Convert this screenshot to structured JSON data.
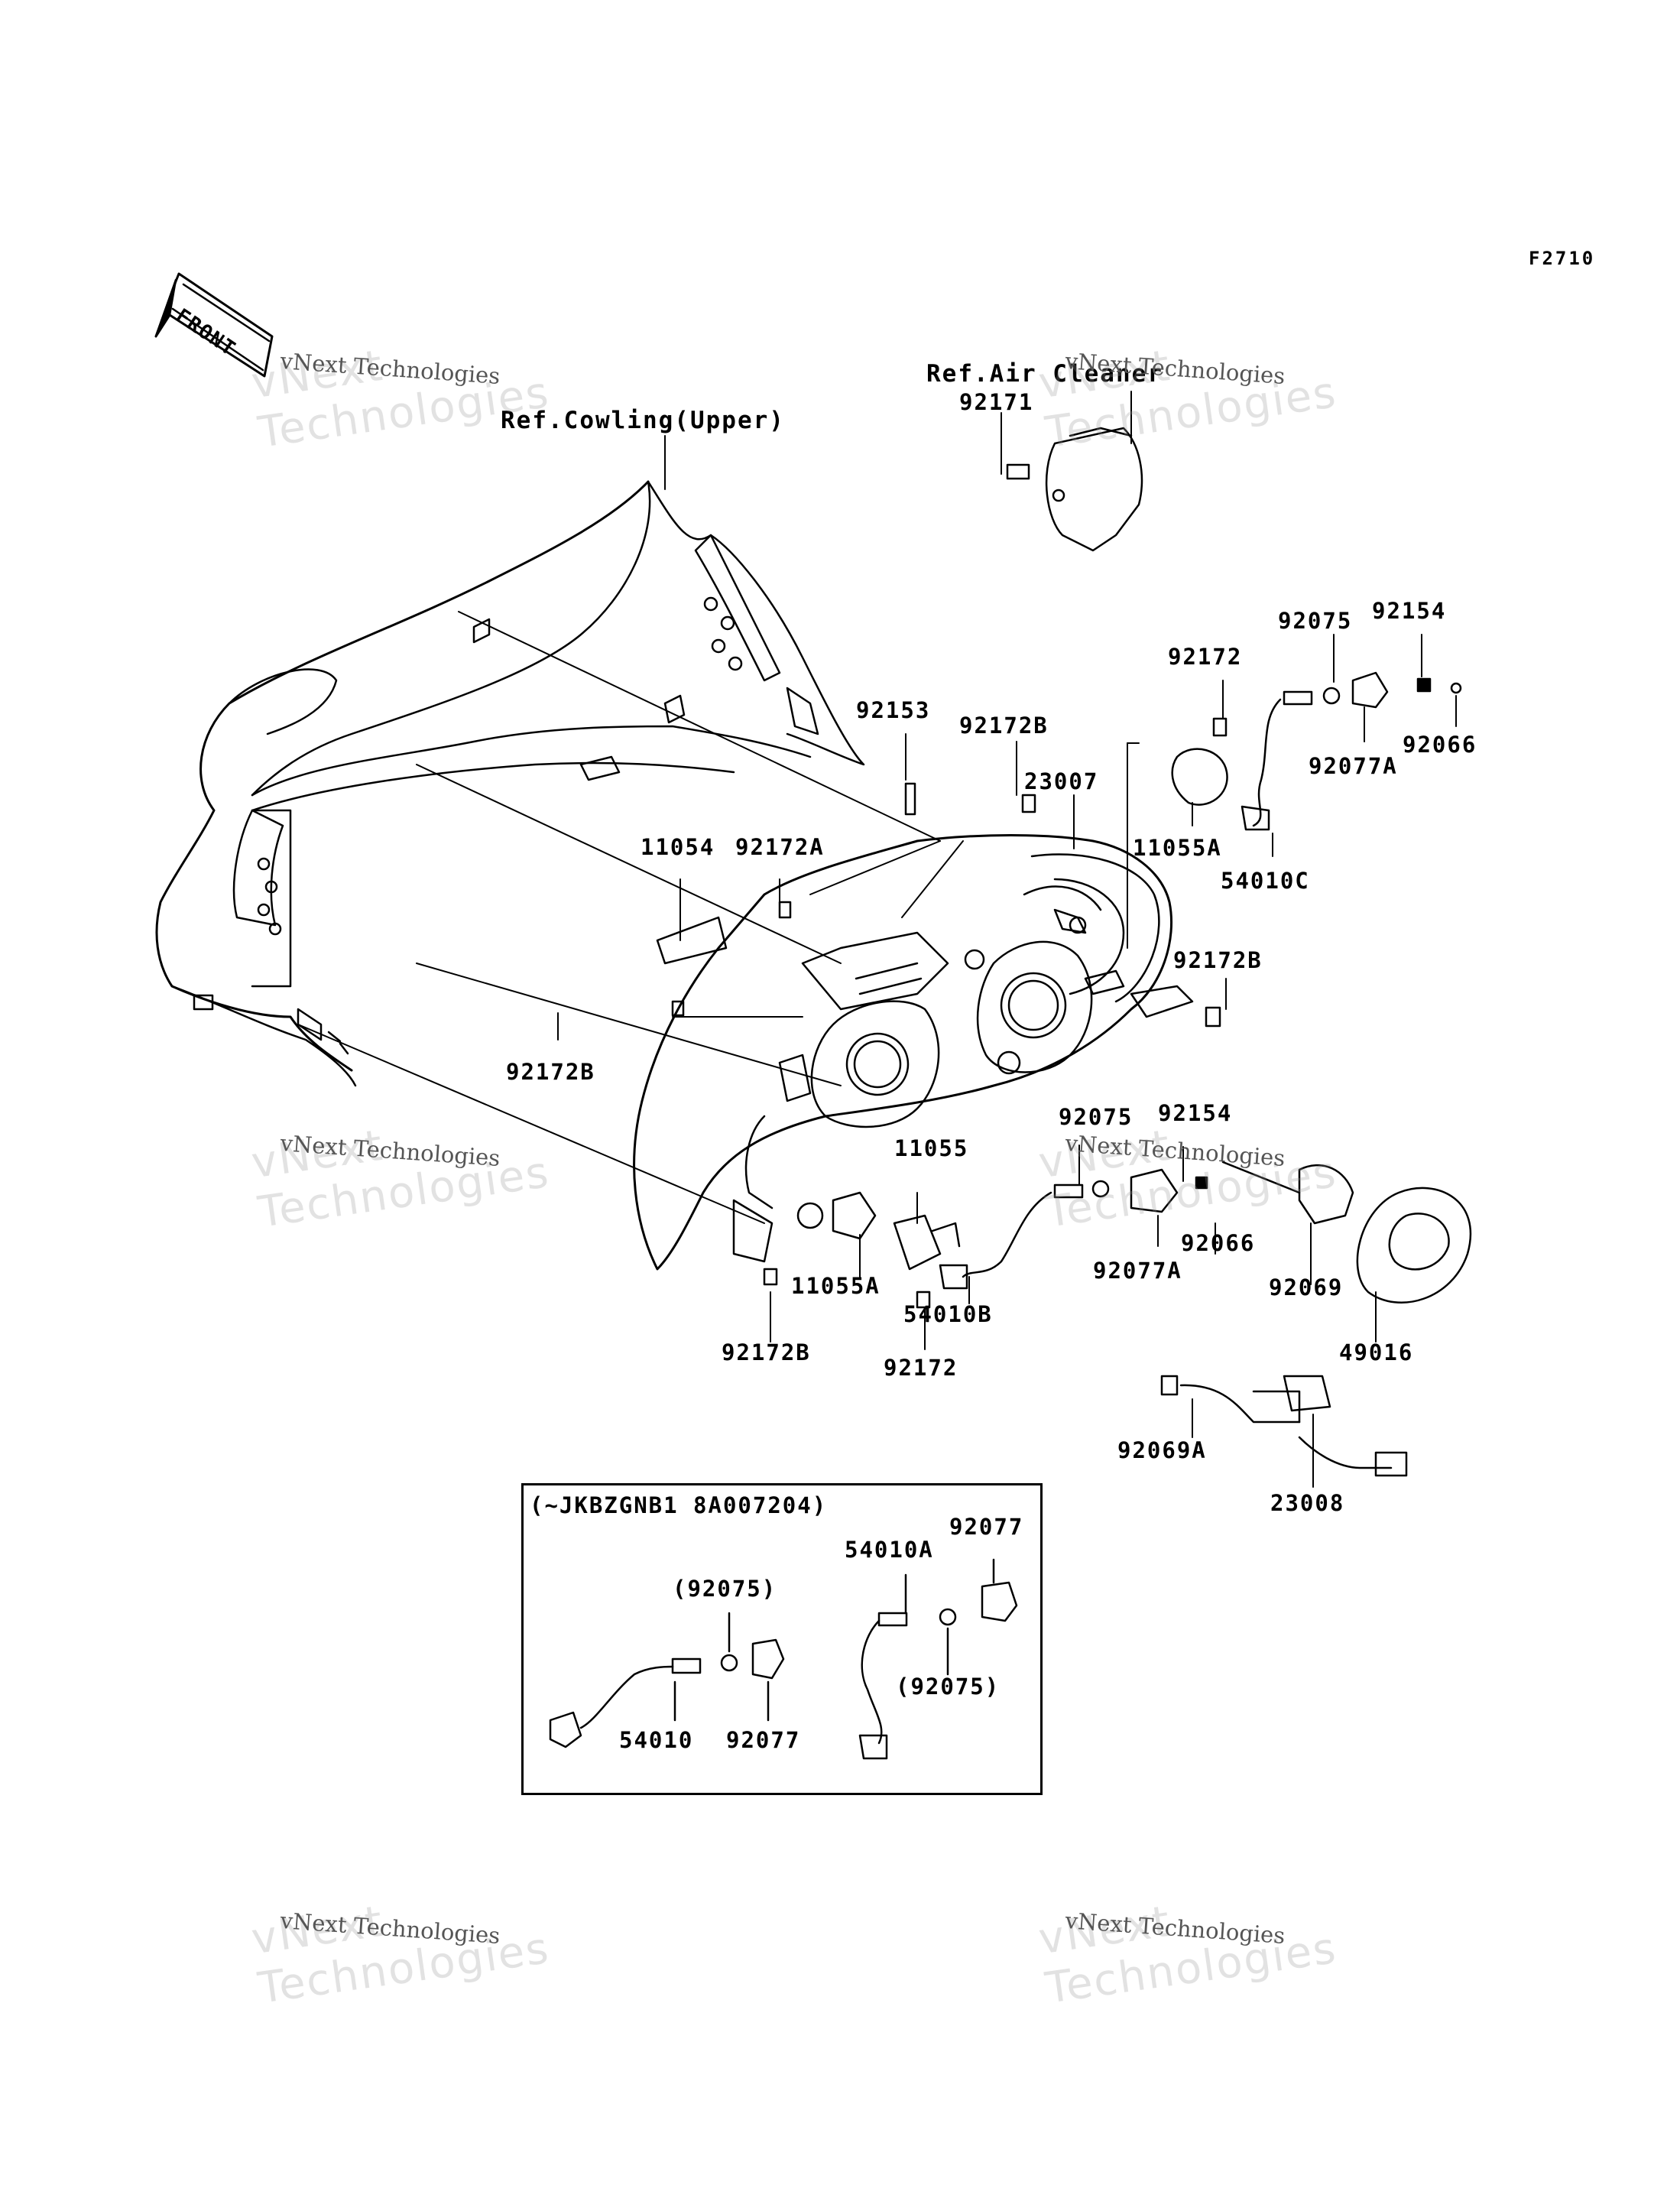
{
  "diagram_code": "F2710",
  "front_label": "FRONT",
  "refs": {
    "cowling": "Ref.Cowling(Upper)",
    "air_cleaner": "Ref.Air Cleaner"
  },
  "inset": {
    "title": "(~JKBZGNB1 8A007204)",
    "labels": {
      "p92075a": "(92075)",
      "p54010": "54010",
      "p92077a": "92077",
      "p54010a": "54010A",
      "p92077b": "92077",
      "p92075b": "(92075)"
    }
  },
  "parts": {
    "p92171": "92171",
    "p92075_top": "92075",
    "p92154_top": "92154",
    "p92172_top": "92172",
    "p92066_top": "92066",
    "p92077A_top": "92077A",
    "p92153": "92153",
    "p92172B_top": "92172B",
    "p23007": "23007",
    "p11055A_top": "11055A",
    "p54010C": "54010C",
    "p11054": "11054",
    "p92172A": "92172A",
    "p92172B_right": "92172B",
    "p92172B_left": "92172B",
    "p92075_mid": "92075",
    "p92154_mid": "92154",
    "p11055": "11055",
    "p92066_mid": "92066",
    "p92077A_mid": "92077A",
    "p92069": "92069",
    "p11055A_bot": "11055A",
    "p54010B": "54010B",
    "p49016": "49016",
    "p92172B_bot": "92172B",
    "p92172_bot": "92172",
    "p92069A": "92069A",
    "p23008": "23008"
  },
  "watermark": {
    "small": "vNext Technologies",
    "big_line1": "vNext",
    "big_line2": "Technologies"
  }
}
